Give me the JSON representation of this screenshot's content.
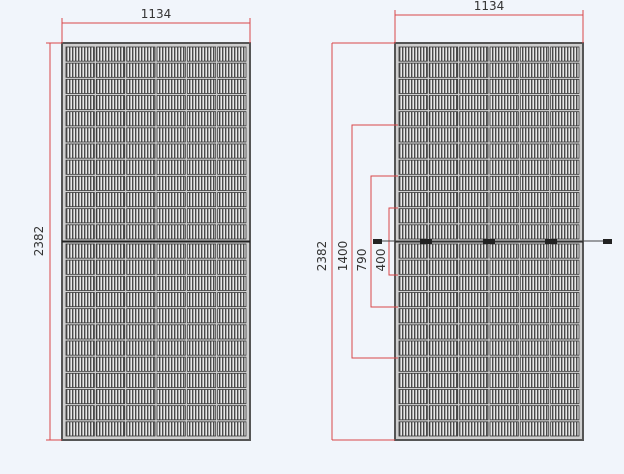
{
  "front_view": {
    "width_label": "1134",
    "height_label": "2382"
  },
  "rear_view": {
    "width_label": "1134",
    "height_label": "2382",
    "mount_1400_label": "1400",
    "mount_790_label": "790",
    "mount_400_label": "400"
  },
  "colors": {
    "background": "#f1f5fb",
    "dimension_line": "#d9474a",
    "frame": "#555555",
    "cell_dark": "#3a3a3a"
  }
}
